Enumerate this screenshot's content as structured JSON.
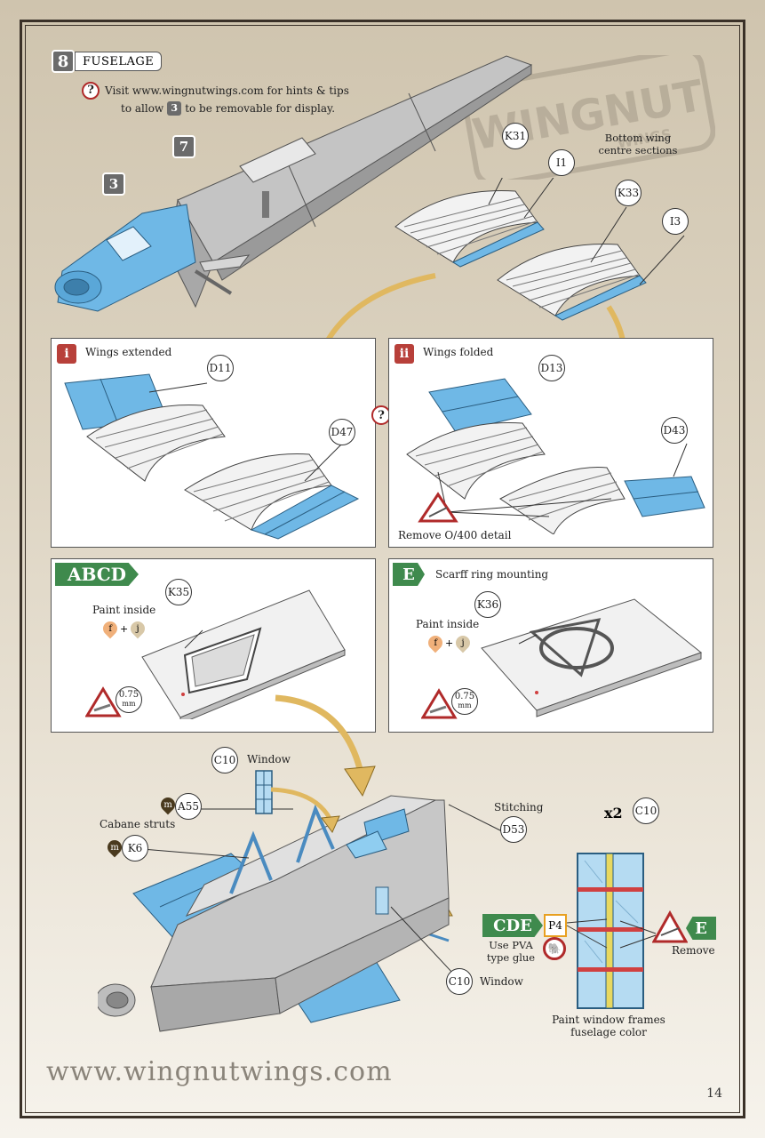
{
  "step": {
    "number": "8",
    "title": "FUSELAGE"
  },
  "tip": {
    "line1": "Visit www.wingnutwings.com for hints & tips",
    "line2_a": "to allow",
    "part": "3",
    "line2_b": "to be removable for display."
  },
  "top_callouts": {
    "k31": "K31",
    "i1": "I1",
    "k33": "K33",
    "i3": "I3",
    "badge7": "7",
    "badge3": "3"
  },
  "top_note": {
    "line1": "Bottom wing",
    "line2": "centre sections"
  },
  "watermark": {
    "line1": "WINGNUT",
    "line2": "WINGS"
  },
  "panel_i": {
    "badge": "i",
    "label": "Wings extended",
    "d11": "D11",
    "d47": "D47"
  },
  "panel_ii": {
    "badge": "ii",
    "label": "Wings folded",
    "d13": "D13",
    "d43": "D43",
    "note": "Remove O/400 detail"
  },
  "question": "?",
  "panel_abcd": {
    "tag": "ABCD",
    "k35": "K35",
    "paint": "Paint inside",
    "c1": "f",
    "plus": "+",
    "c2": "j",
    "mm_value": "0.75",
    "mm_unit": "mm"
  },
  "panel_e": {
    "tag": "E",
    "label": "Scarff ring mounting",
    "k36": "K36",
    "paint": "Paint inside",
    "c1": "f",
    "plus": "+",
    "c2": "j",
    "mm_value": "0.75",
    "mm_unit": "mm"
  },
  "bottom": {
    "c10_top": "C10",
    "window_top": "Window",
    "m1": "m",
    "a55": "A55",
    "struts": "Cabane struts",
    "m2": "m",
    "k6": "K6",
    "stitching": "Stitching",
    "d53": "D53",
    "c10_bottom": "C10",
    "window_bottom": "Window",
    "x2": "x2",
    "c10_right": "C10",
    "cde": "CDE",
    "p4": "P4",
    "glue1": "Use PVA",
    "glue2": "type glue",
    "e_tag": "E",
    "remove": "Remove",
    "note1": "Paint window frames",
    "note2": "fuselage color"
  },
  "footer": {
    "url": "www.wingnutwings.com",
    "page": "14"
  },
  "colors": {
    "part_blue": "#6fb8e6",
    "gray": "#b8b8b8",
    "green": "#3f8a4d",
    "red": "#b8403a",
    "arrow": "#e0b860"
  }
}
